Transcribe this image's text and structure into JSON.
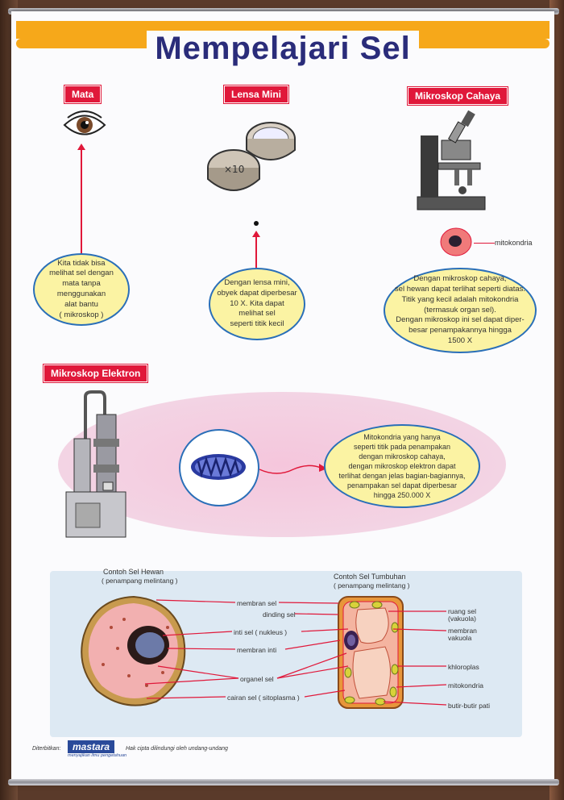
{
  "title": "Mempelajari Sel",
  "sections": {
    "mata": {
      "label": "Mata",
      "text": "Kita tidak bisa\nmelihat sel dengan\nmata tanpa\nmenggunakan\nalat bantu\n( mikroskop )"
    },
    "lensa": {
      "label": "Lensa Mini",
      "magnification": "×10",
      "text": "Dengan lensa mini,\nobyek dapat diperbesar\n10 X. Kita dapat\nmelihat sel\nseperti titik kecil"
    },
    "cahaya": {
      "label": "Mikroskop Cahaya",
      "mito_label": "mitokondria",
      "text": "Dengan mikroskop cahaya,\nsel hewan dapat terlihat seperti diatas.\nTitik yang kecil adalah mitokondria\n(termasuk organ sel).\nDengan mikroskop ini sel dapat diper-\nbesar penampakannya hingga\n1500 X"
    },
    "elektron": {
      "label": "Mikroskop Elektron",
      "text": "Mitokondria yang hanya\nseperti titik pada penampakan\ndengan mikroskop cahaya,\ndengan mikroskop elektron dapat\nterlihat dengan jelas bagian-bagiannya,\npenampakan sel dapat diperbesar\nhingga 250.000 X"
    }
  },
  "cells": {
    "animal_title": "Contoh Sel Hewan",
    "animal_subtitle": "( penampang melintang )",
    "plant_title": "Contoh Sel Tumbuhan",
    "plant_subtitle": "( penampang melintang )",
    "center_labels": [
      "membran sel",
      "dinding sel",
      "inti sel ( nukleus )",
      "membran inti",
      "organel sel",
      "cairan sel ( sitoplasma )"
    ],
    "right_labels": [
      "ruang sel\n(vakuola)",
      "membran\nvakuola",
      "khloroplas",
      "mitokondria",
      "butir-butir pati"
    ]
  },
  "footer": {
    "publisher_prefix": "Diterbitkan:",
    "publisher": "mastara",
    "tagline": "menyajikan ilmu pengetahuan",
    "copyright": "Hak cipta dilindungi oleh undang-undang"
  },
  "colors": {
    "accent": "#e0183a",
    "orange": "#f6a81a",
    "title": "#2a2c7a",
    "bubble": "#fbf3a3"
  }
}
